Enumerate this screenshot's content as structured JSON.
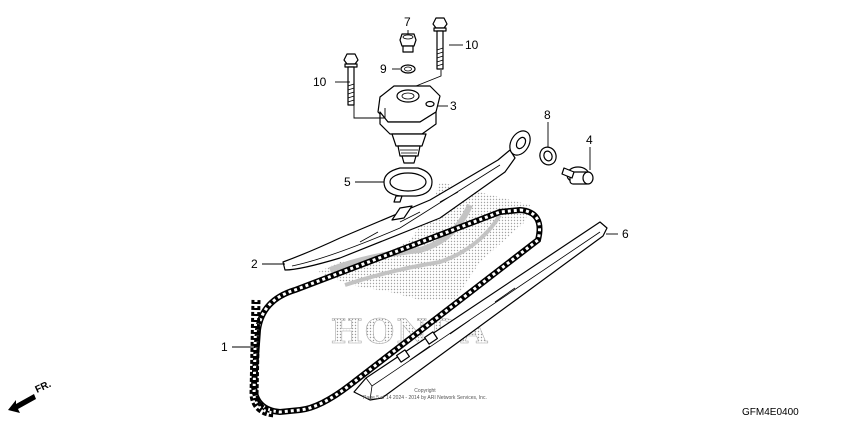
{
  "diagram": {
    "part_callouts": [
      {
        "id": "p1",
        "label": "1"
      },
      {
        "id": "p2",
        "label": "2"
      },
      {
        "id": "p3",
        "label": "3"
      },
      {
        "id": "p4",
        "label": "4"
      },
      {
        "id": "p5",
        "label": "5"
      },
      {
        "id": "p6",
        "label": "6"
      },
      {
        "id": "p7",
        "label": "7"
      },
      {
        "id": "p8",
        "label": "8"
      },
      {
        "id": "p9",
        "label": "9"
      },
      {
        "id": "p10a",
        "label": "10"
      },
      {
        "id": "p10b",
        "label": "10"
      }
    ],
    "watermark_logo": "HONDA",
    "copyright_line1": "Copyright",
    "copyright_line2": "Page 5 of 14  2024 - 2014 by ARI Network Services, Inc.",
    "diagram_code": "GFM4E0400",
    "direction_indicator": "FR."
  },
  "colors": {
    "ink": "#000000",
    "watermark": "#c8c8c8",
    "background": "#ffffff"
  }
}
